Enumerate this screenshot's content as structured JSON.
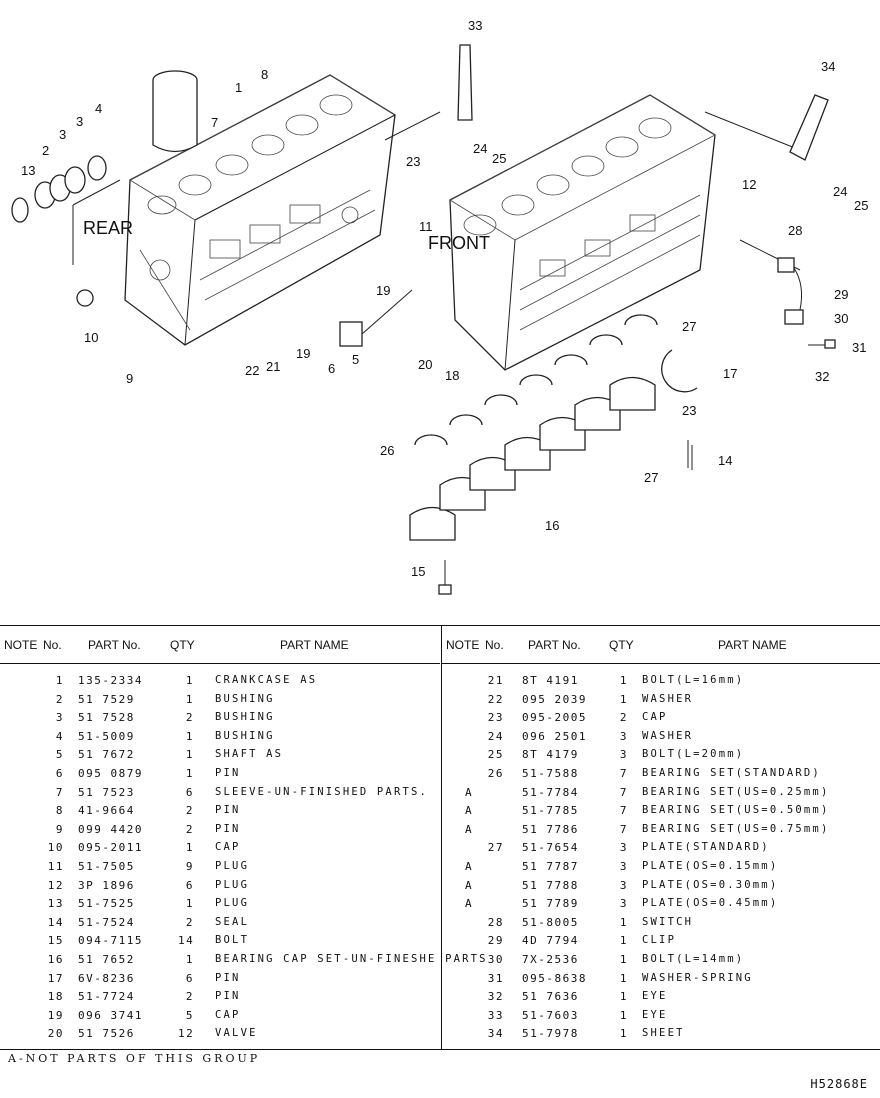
{
  "diagram": {
    "labels": {
      "rear": "REAR",
      "front": "FRONT"
    },
    "callouts": [
      "1",
      "2",
      "3",
      "3",
      "4",
      "5",
      "6",
      "7",
      "8",
      "9",
      "10",
      "11",
      "12",
      "13",
      "14",
      "15",
      "16",
      "17",
      "18",
      "19",
      "19",
      "20",
      "21",
      "22",
      "23",
      "23",
      "24",
      "24",
      "25",
      "25",
      "26",
      "27",
      "27",
      "28",
      "29",
      "30",
      "31",
      "32",
      "33",
      "34"
    ]
  },
  "table": {
    "headers": {
      "note": "NOTE",
      "no": "No.",
      "part_no": "PART No.",
      "qty": "QTY",
      "part_name": "PART NAME"
    },
    "left_rows": [
      {
        "note": "",
        "no": "1",
        "part_no": "135-2334",
        "qty": "1",
        "name": "CRANKCASE AS"
      },
      {
        "note": "",
        "no": "2",
        "part_no": "51 7529",
        "qty": "1",
        "name": "BUSHING"
      },
      {
        "note": "",
        "no": "3",
        "part_no": "51 7528",
        "qty": "2",
        "name": "BUSHING"
      },
      {
        "note": "",
        "no": "4",
        "part_no": "51-5009",
        "qty": "1",
        "name": "BUSHING"
      },
      {
        "note": "",
        "no": "5",
        "part_no": "51 7672",
        "qty": "1",
        "name": "SHAFT AS"
      },
      {
        "note": "",
        "no": "6",
        "part_no": "095 0879",
        "qty": "1",
        "name": "PIN"
      },
      {
        "note": "",
        "no": "7",
        "part_no": "51 7523",
        "qty": "6",
        "name": "SLEEVE-UN-FINISHED PARTS."
      },
      {
        "note": "",
        "no": "8",
        "part_no": "41-9664",
        "qty": "2",
        "name": "PIN"
      },
      {
        "note": "",
        "no": "9",
        "part_no": "099 4420",
        "qty": "2",
        "name": "PIN"
      },
      {
        "note": "",
        "no": "10",
        "part_no": "095-2011",
        "qty": "1",
        "name": "CAP"
      },
      {
        "note": "",
        "no": "11",
        "part_no": "51-7505",
        "qty": "9",
        "name": "PLUG"
      },
      {
        "note": "",
        "no": "12",
        "part_no": "3P 1896",
        "qty": "6",
        "name": "PLUG"
      },
      {
        "note": "",
        "no": "13",
        "part_no": "51-7525",
        "qty": "1",
        "name": "PLUG"
      },
      {
        "note": "",
        "no": "14",
        "part_no": "51-7524",
        "qty": "2",
        "name": "SEAL"
      },
      {
        "note": "",
        "no": "15",
        "part_no": "094-7115",
        "qty": "14",
        "name": "BOLT"
      },
      {
        "note": "",
        "no": "16",
        "part_no": "51 7652",
        "qty": "1",
        "name": "BEARING CAP SET-UN-FINESHE PARTS"
      },
      {
        "note": "",
        "no": "17",
        "part_no": "6V-8236",
        "qty": "6",
        "name": "PIN"
      },
      {
        "note": "",
        "no": "18",
        "part_no": "51-7724",
        "qty": "2",
        "name": "PIN"
      },
      {
        "note": "",
        "no": "19",
        "part_no": "096 3741",
        "qty": "5",
        "name": "CAP"
      },
      {
        "note": "",
        "no": "20",
        "part_no": "51 7526",
        "qty": "12",
        "name": "VALVE"
      }
    ],
    "right_rows": [
      {
        "note": "",
        "no": "21",
        "part_no": "8T 4191",
        "qty": "1",
        "name": "BOLT(L=16mm)"
      },
      {
        "note": "",
        "no": "22",
        "part_no": "095 2039",
        "qty": "1",
        "name": "WASHER"
      },
      {
        "note": "",
        "no": "23",
        "part_no": "095-2005",
        "qty": "2",
        "name": "CAP"
      },
      {
        "note": "",
        "no": "24",
        "part_no": "096 2501",
        "qty": "3",
        "name": "WASHER"
      },
      {
        "note": "",
        "no": "25",
        "part_no": "8T 4179",
        "qty": "3",
        "name": "BOLT(L=20mm)"
      },
      {
        "note": "",
        "no": "26",
        "part_no": "51-7588",
        "qty": "7",
        "name": "BEARING SET(STANDARD)"
      },
      {
        "note": "A",
        "no": "",
        "part_no": "51-7784",
        "qty": "7",
        "name": "BEARING SET(US=0.25mm)"
      },
      {
        "note": "A",
        "no": "",
        "part_no": "51-7785",
        "qty": "7",
        "name": "BEARING SET(US=0.50mm)"
      },
      {
        "note": "A",
        "no": "",
        "part_no": "51 7786",
        "qty": "7",
        "name": "BEARING SET(US=0.75mm)"
      },
      {
        "note": "",
        "no": "27",
        "part_no": "51-7654",
        "qty": "3",
        "name": "PLATE(STANDARD)"
      },
      {
        "note": "A",
        "no": "",
        "part_no": "51 7787",
        "qty": "3",
        "name": "PLATE(OS=0.15mm)"
      },
      {
        "note": "A",
        "no": "",
        "part_no": "51 7788",
        "qty": "3",
        "name": "PLATE(OS=0.30mm)"
      },
      {
        "note": "A",
        "no": "",
        "part_no": "51 7789",
        "qty": "3",
        "name": "PLATE(OS=0.45mm)"
      },
      {
        "note": "",
        "no": "28",
        "part_no": "51-8005",
        "qty": "1",
        "name": "SWITCH"
      },
      {
        "note": "",
        "no": "29",
        "part_no": "4D 7794",
        "qty": "1",
        "name": "CLIP"
      },
      {
        "note": "",
        "no": "30",
        "part_no": "7X-2536",
        "qty": "1",
        "name": "BOLT(L=14mm)"
      },
      {
        "note": "",
        "no": "31",
        "part_no": "095-8638",
        "qty": "1",
        "name": "WASHER-SPRING"
      },
      {
        "note": "",
        "no": "32",
        "part_no": "51 7636",
        "qty": "1",
        "name": "EYE"
      },
      {
        "note": "",
        "no": "33",
        "part_no": "51-7603",
        "qty": "1",
        "name": "EYE"
      },
      {
        "note": "",
        "no": "34",
        "part_no": "51-7978",
        "qty": "1",
        "name": "SHEET"
      }
    ]
  },
  "footnote": "A-NOT PARTS OF THIS GROUP",
  "drawing_code": "H52868E"
}
